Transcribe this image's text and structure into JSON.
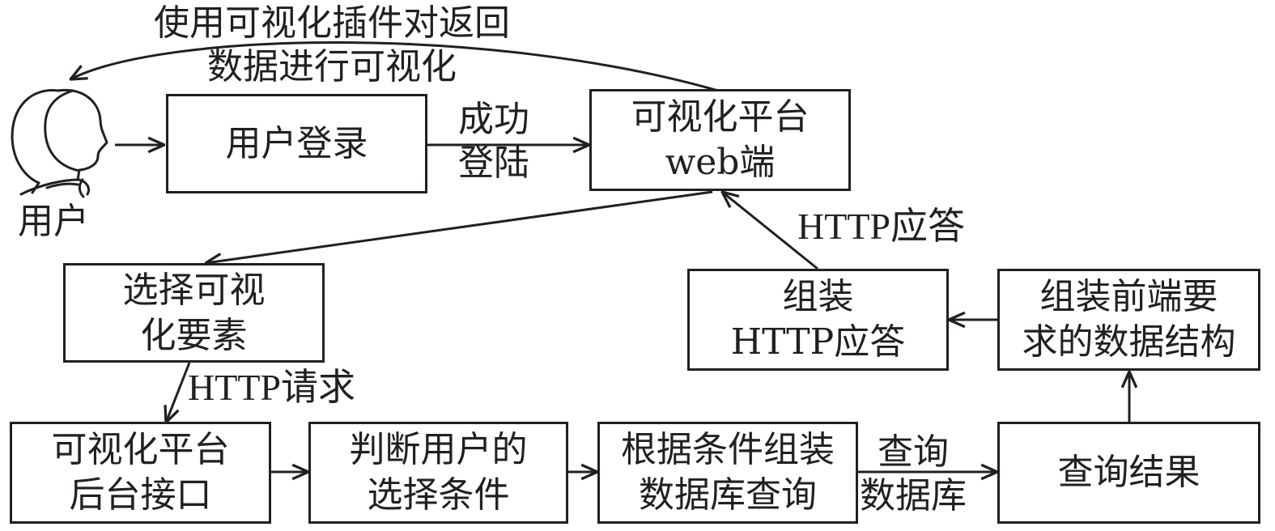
{
  "user": {
    "label": "用户"
  },
  "nodes": {
    "login": "用户登录",
    "web": "可视化平台\nweb端",
    "select": "选择可视\n化要素",
    "backend": "可视化平台\n后台接口",
    "judge": "判断用户的\n选择条件",
    "build_query": "根据条件组装\n数据库查询",
    "result": "查询结果",
    "assemble_struct": "组装前端要\n求的数据结构",
    "assemble_http": "组装\nHTTP应答"
  },
  "edges": {
    "visualize": "使用可视化插件对返回\n数据进行可视化",
    "success_login": "成功\n登陆",
    "http_response": "HTTP应答",
    "http_request": "HTTP请求",
    "query_db": "查询\n数据库"
  }
}
